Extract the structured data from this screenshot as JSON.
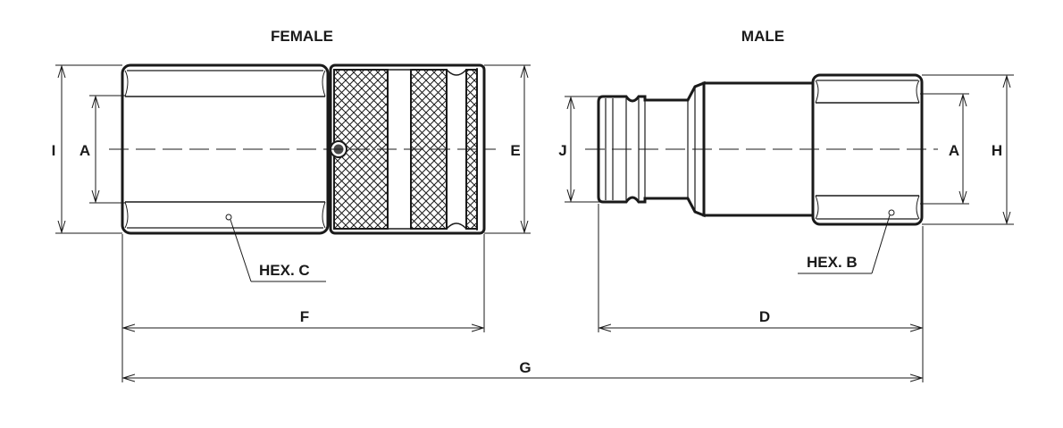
{
  "titles": {
    "female": "FEMALE",
    "male": "MALE"
  },
  "dimensions": {
    "female_outer_dia": "I",
    "female_thread": "A",
    "female_sleeve_dia": "E",
    "female_hex": "HEX. C",
    "female_length": "F",
    "male_nose_dia": "J",
    "male_thread": "A",
    "male_body_dia": "H",
    "male_hex": "HEX. B",
    "male_length": "D",
    "total_length": "G"
  },
  "colors": {
    "line": "#1a1a1a",
    "shade": "#4a4a4a"
  }
}
